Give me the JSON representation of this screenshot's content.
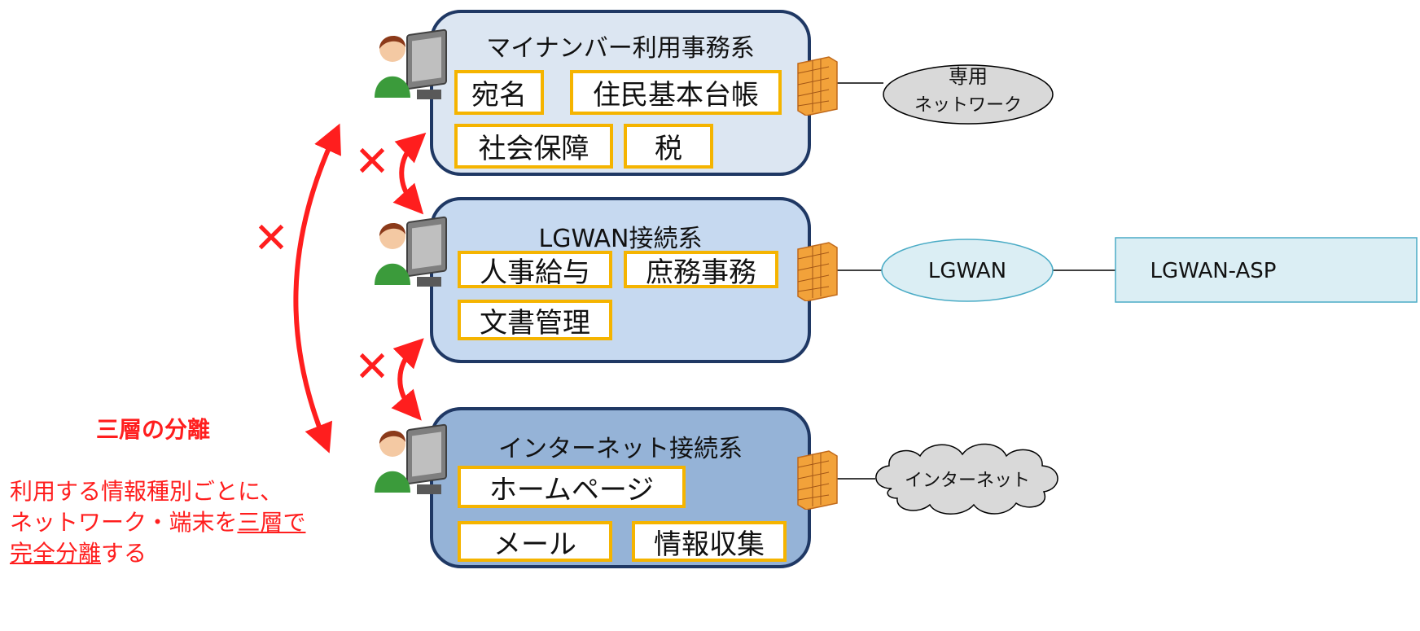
{
  "zones": [
    {
      "title": "マイナンバー利用事務系",
      "fill": "#dce6f2",
      "services": [
        "宛名",
        "住民基本台帳",
        "社会保障",
        "税"
      ]
    },
    {
      "title": "LGWAN接続系",
      "fill": "#c6d9f0",
      "services": [
        "人事給与",
        "庶務事務",
        "文書管理"
      ]
    },
    {
      "title": "インターネット接続系",
      "fill": "#95b3d7",
      "services": [
        "ホームページ",
        "メール",
        "情報収集"
      ]
    }
  ],
  "networks": {
    "dedicated": [
      "専用",
      "ネットワーク"
    ],
    "lgwan": "LGWAN",
    "lgwan_asp": "LGWAN-ASP",
    "internet": "インターネット"
  },
  "separation": {
    "title": "三層の分離",
    "description_parts": [
      "利用する情報種別ごとに、",
      "ネットワーク・端末を",
      "三層で",
      "完全分離",
      "する"
    ],
    "marker": "✕"
  },
  "colors": {
    "panel_border": "#1f3864",
    "service_border": "#f5b400",
    "separation_red": "#ff1e1e",
    "firewall": "#f2a23a",
    "lgwan_cloud": "#dbeef4",
    "asp_box": "#dbeef4"
  }
}
